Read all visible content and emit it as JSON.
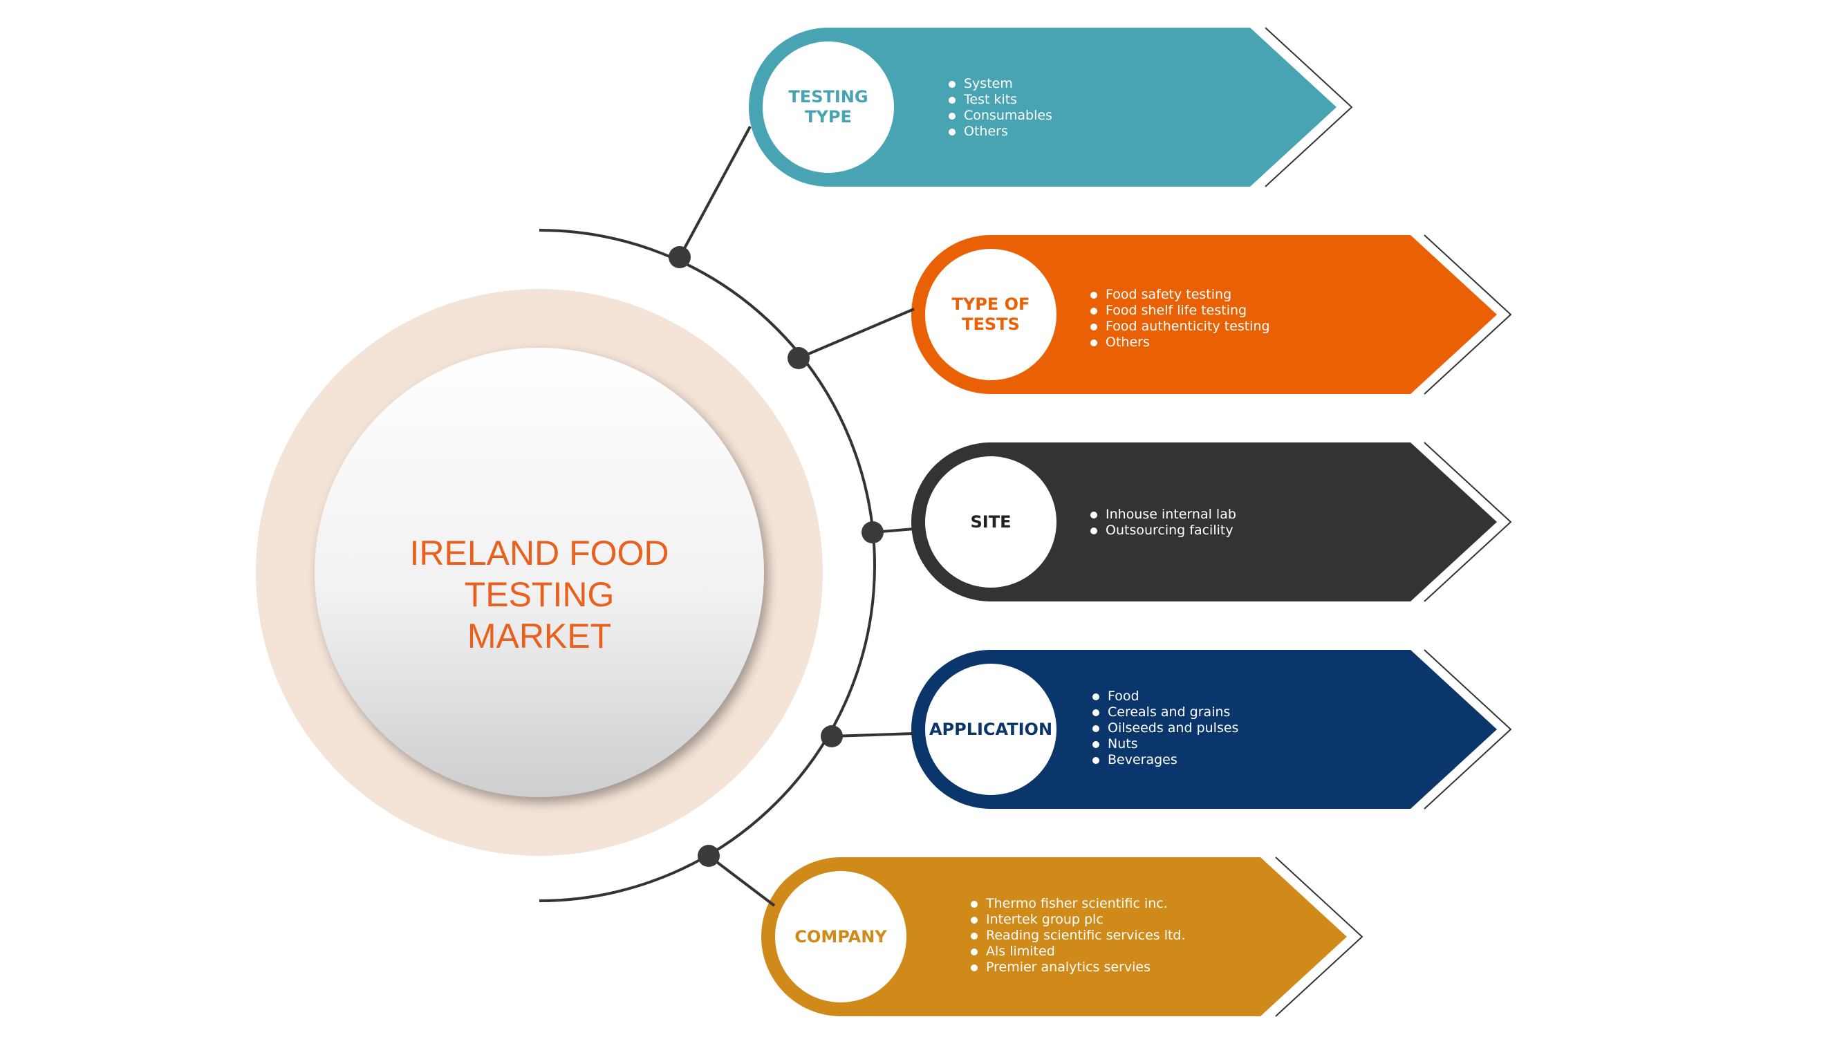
{
  "hub": {
    "title_line1": "IRELAND FOOD TESTING",
    "title_line2": "MARKET",
    "title_color": "#E8601C"
  },
  "segments": [
    {
      "id": "testing-type",
      "label_line1": "TESTING",
      "label_line2": "TYPE",
      "color": "#48A3B2",
      "items": [
        "System",
        "Test kits",
        "Consumables",
        "Others"
      ]
    },
    {
      "id": "type-of-tests",
      "label_line1": "TYPE OF",
      "label_line2": "TESTS",
      "color": "#EA6105",
      "items": [
        "Food safety testing",
        "Food shelf life testing",
        "Food authenticity testing",
        "Others"
      ]
    },
    {
      "id": "site",
      "label_line1": "SITE",
      "label_line2": "",
      "color": "#333333",
      "items": [
        "Inhouse internal lab",
        "Outsourcing facility"
      ]
    },
    {
      "id": "application",
      "label_line1": "APPLICATION",
      "label_line2": "",
      "color": "#0A366B",
      "items": [
        "Food",
        "Cereals and grains",
        "Oilseeds and pulses",
        "Nuts",
        "Beverages"
      ]
    },
    {
      "id": "company",
      "label_line1": "COMPANY",
      "label_line2": "",
      "color": "#D08A1A",
      "items": [
        "Thermo fisher scientific inc.",
        "Intertek group plc",
        "Reading scientific services ltd.",
        "Als limited",
        "Premier analytics servies"
      ]
    }
  ],
  "colors": {
    "ring": "#F4E3D7",
    "connector": "#333333",
    "node": "#3A3A3A"
  }
}
